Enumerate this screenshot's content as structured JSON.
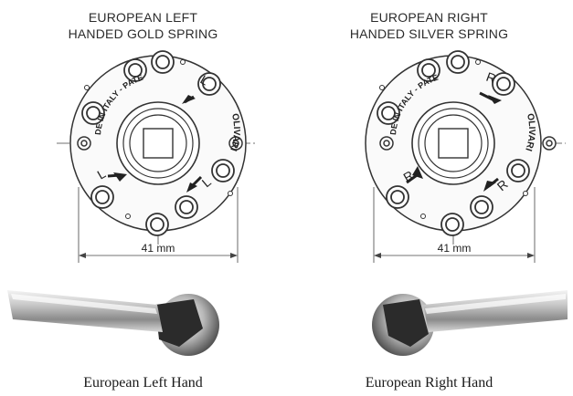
{
  "left": {
    "title_line1": "EUROPEAN LEFT",
    "title_line2": "HANDED GOLD SPRING",
    "ring_text_left": "MADE IN ITALY - PATENT",
    "ring_text_right": "OLIVARI",
    "direction_letter": "L",
    "dimension": "41 mm",
    "caption": "European Left Hand"
  },
  "right": {
    "title_line1": "EUROPEAN RIGHT",
    "title_line2": "HANDED SILVER SPRING",
    "ring_text_left": "MADE IN ITALY - PATENT",
    "ring_text_right": "OLIVARI",
    "direction_letter": "R",
    "dimension": "41 mm",
    "caption": "European Right Hand"
  }
}
